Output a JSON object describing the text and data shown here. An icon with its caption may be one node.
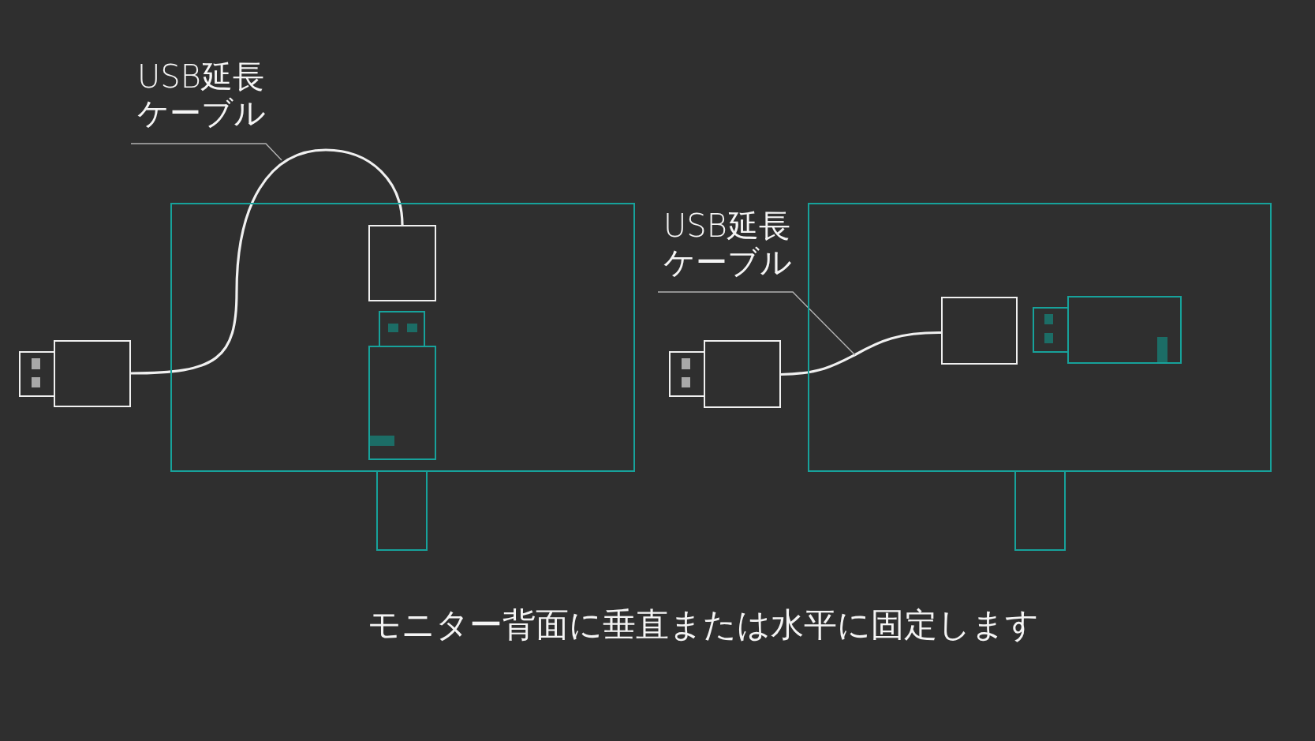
{
  "diagram": {
    "nodes": [
      {
        "text": [
          "USB延長ケーブル"
        ]
      },
      {
        "text": [],
        "shape": "box"
      },
      {
        "text": [],
        "shape": "box"
      },
      {
        "text": [],
        "shape": "box",
        "in": 2
      },
      {
        "text": [],
        "shape": "picture",
        "in": 2
      },
      {
        "text": [],
        "shape": "box"
      },
      {
        "text": [
          "USB延長ケーブル"
        ]
      },
      {
        "text": [],
        "shape": "box"
      },
      {
        "text": [],
        "shape": "box"
      },
      {
        "text": [],
        "shape": "box",
        "in": 8
      },
      {
        "text": [],
        "shape": "picture",
        "in": 8
      },
      {
        "text": [],
        "shape": "box"
      }
    ],
    "edges": [
      {
        "from": 1,
        "to": 3,
        "arrow": "none"
      },
      {
        "from": 0,
        "to": null,
        "arrow": "none",
        "color": "#b3b3b3"
      },
      {
        "from": 7,
        "to": 9,
        "arrow": "none"
      },
      {
        "from": 6,
        "to": null,
        "arrow": "none",
        "color": "#b3b3b3"
      }
    ],
    "caption": "モニター背面に垂直または水平に固定します"
  }
}
